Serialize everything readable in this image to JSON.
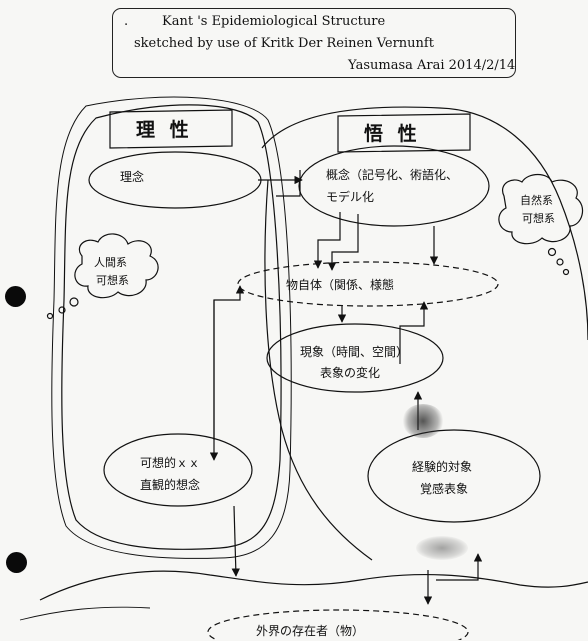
{
  "title": {
    "line1": "Kant 's Epidemiological Structure",
    "line2": "sketched   by use of   Kritk Der Reinen   Vernunft",
    "line3": "Yasumasa Arai 2014/2/14"
  },
  "regions": {
    "left_header": "理 性",
    "right_header": "悟 性"
  },
  "nodes": {
    "rinen": "理念",
    "gainen_line1": "概念（記号化、術語化、",
    "gainen_line2": "モデル化",
    "shizenkei_line1": "自然系",
    "shizenkei_line2": "可想系",
    "ningenkei_line1": "人間系",
    "ningenkei_line2": "可想系",
    "monojitai": "物自体（関係、様態",
    "gensho_line1": "現象（時間、空間）",
    "gensho_line2": "表象の変化",
    "kasou_line1": "可想的ｘｘ",
    "kasou_line2": "直観的想念",
    "keiken_line1": "経験的対象",
    "keiken_line2": "覚感表象",
    "gaikai": "外界の存在者（物）"
  },
  "colors": {
    "ink": "#111111",
    "paper": "#f7f7f5",
    "smudge": "#3a3a3a"
  }
}
